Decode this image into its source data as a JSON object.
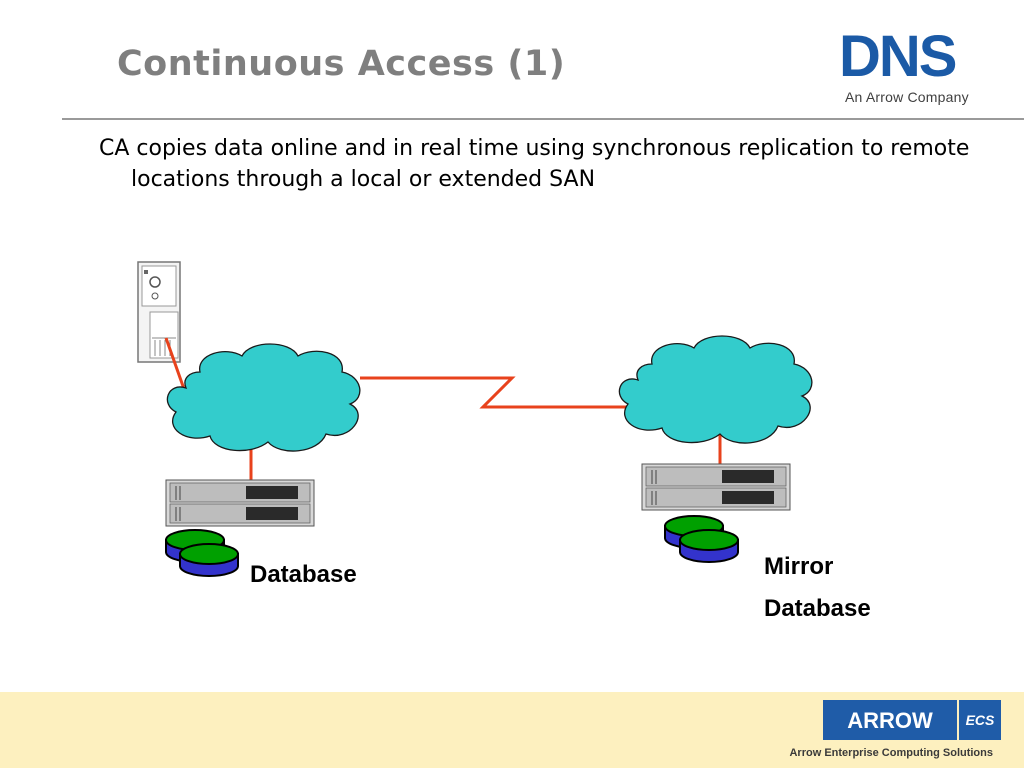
{
  "slide": {
    "title": "Continuous Access (1)",
    "body": "CA copies data online and in real time using synchronous replication to remote locations through a local or extended SAN"
  },
  "logo": {
    "brand_text": "DNS",
    "subtitle": "An Arrow Company"
  },
  "diagram": {
    "left_db_label": "Database",
    "right_db_label_line1": "Mirror",
    "right_db_label_line2": "Database",
    "colors": {
      "cloud": "#33cccc",
      "link": "#e8421c",
      "disk_top": "#00a000",
      "disk_body": "#3333cc"
    }
  },
  "footer": {
    "arrow_logo_text": "ARROW",
    "ecs_text": "ECS",
    "tagline": "Arrow Enterprise Computing Solutions",
    "background": "#fdf0bf"
  }
}
